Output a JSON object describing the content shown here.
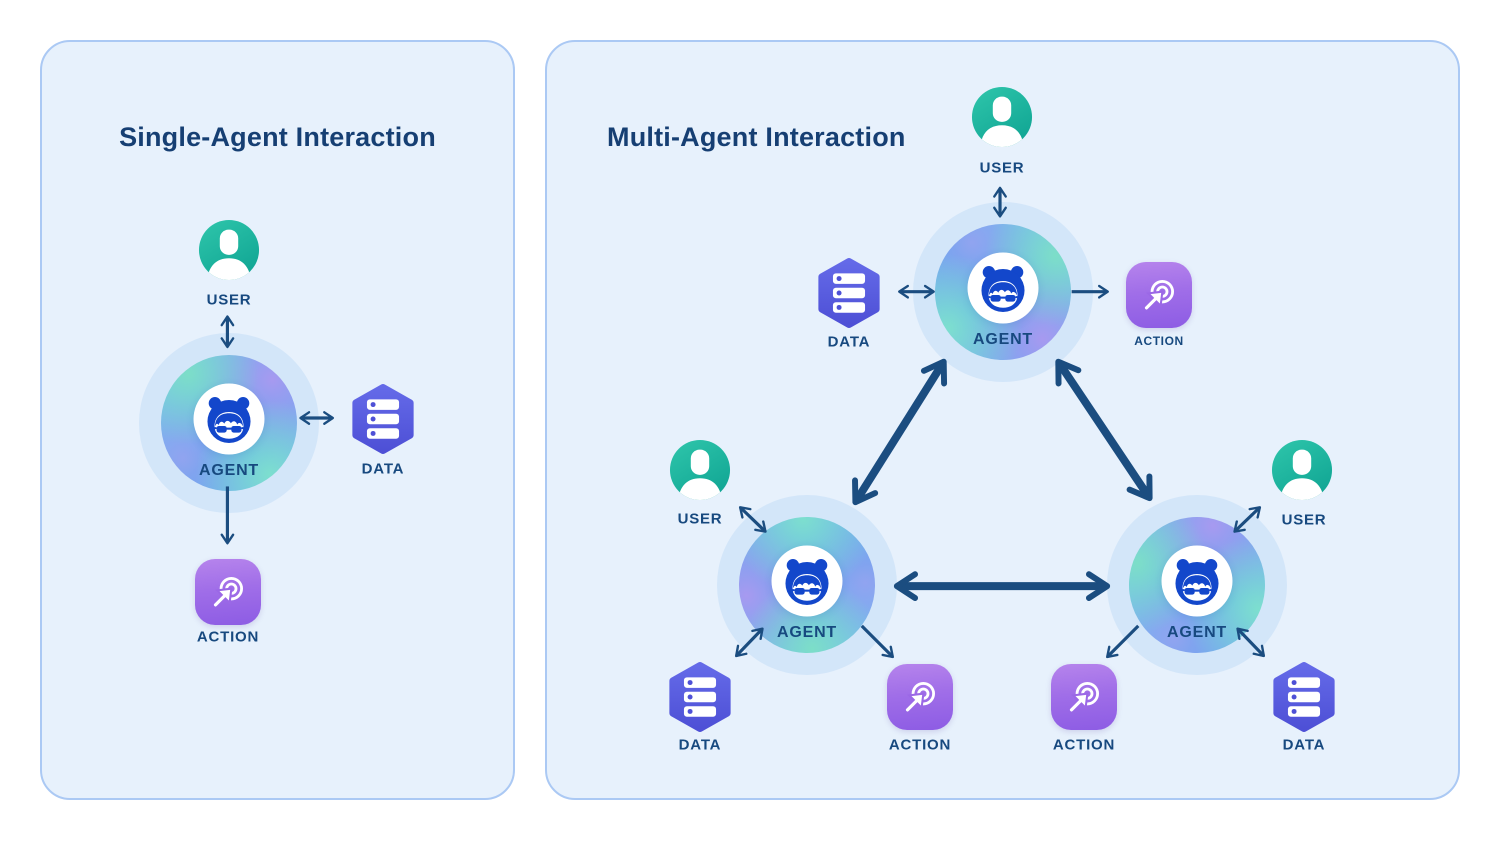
{
  "colors": {
    "panel_bg": "#e7f1fc",
    "panel_border": "#abc9f4",
    "title": "#163f73",
    "label": "#17497f",
    "arrow": "#1b4d80",
    "agent_blue": "#1347cb",
    "user_teal_top": "#2fc6ab",
    "user_teal_bottom": "#12a795",
    "data_indigo_top": "#646ae8",
    "data_indigo_bottom": "#4e50d6",
    "action_purple_top": "#b684ec",
    "action_purple_bottom": "#8d5ce4",
    "agent_gradient_teal": "#7de0c6",
    "agent_gradient_blue": "#58a7ee",
    "agent_gradient_lavender": "#ab99f0"
  },
  "single": {
    "title": "Single-Agent Interaction",
    "labels": {
      "user": "USER",
      "agent": "AGENT",
      "data": "DATA",
      "action": "ACTION"
    }
  },
  "multi": {
    "title": "Multi-Agent Interaction",
    "clusters": {
      "top": {
        "user": "USER",
        "agent": "AGENT",
        "data": "DATA",
        "action": "ACTION"
      },
      "bottom_left": {
        "user": "USER",
        "agent": "AGENT",
        "data": "DATA",
        "action": "ACTION"
      },
      "bottom_right": {
        "user": "USER",
        "agent": "AGENT",
        "data": "DATA",
        "action": "ACTION"
      }
    }
  }
}
